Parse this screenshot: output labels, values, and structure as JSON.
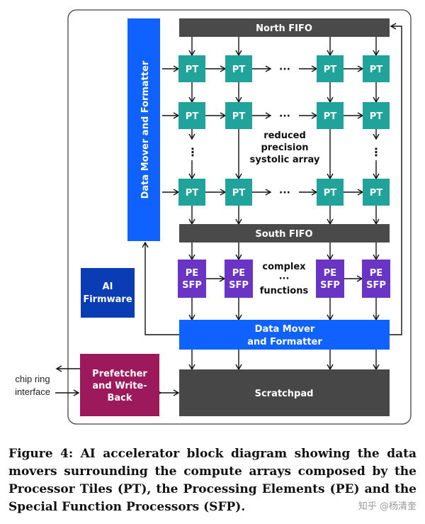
{
  "diagram": {
    "north_fifo": "North FIFO",
    "south_fifo": "South FIFO",
    "data_mover_vertical": "Data Mover and Formatter",
    "data_mover_bottom": [
      "Data Mover",
      "and Formatter"
    ],
    "pt_label": "PT",
    "pe_label": [
      "PE",
      "SFP"
    ],
    "dots": "···",
    "vdots": "⋮",
    "systolic_label": [
      "reduced",
      "precision",
      "systolic array"
    ],
    "complex_label": [
      "complex",
      "···",
      "functions"
    ],
    "ai_firmware": [
      "AI",
      "Firmware"
    ],
    "prefetcher": [
      "Prefetcher",
      "and Write-",
      "Back"
    ],
    "scratchpad": "Scratchpad",
    "chip_ring": [
      "chip ring",
      "interface"
    ],
    "colors": {
      "fifo": "#4a4a4a",
      "pt": "#1fa39a",
      "pe": "#6a35c4",
      "mover": "#0f62fe",
      "firmware": "#0a3cb4",
      "prefetcher": "#9c1a5c",
      "scratchpad": "#474747"
    }
  },
  "caption": "Figure 4: AI accelerator block diagram showing the data movers surrounding the compute arrays composed by the Processor Tiles (PT), the Processing Elements (PE) and the Special Function Processors (SFP).",
  "watermark": "知乎 @杨清奎"
}
